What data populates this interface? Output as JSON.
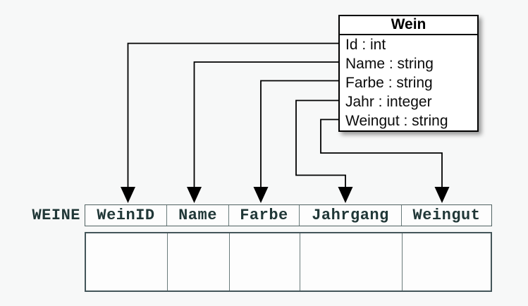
{
  "class_box": {
    "title": "Wein",
    "attributes": [
      "Id : int",
      "Name : string",
      "Farbe : string",
      "Jahr : integer",
      "Weingut : string"
    ]
  },
  "table": {
    "label": "WEINE",
    "columns": [
      "WeinID",
      "Name",
      "Farbe",
      "Jahrgang",
      "Weingut"
    ],
    "body_rows_empty": 1
  },
  "mappings": [
    {
      "from": "Id",
      "to": "WeinID"
    },
    {
      "from": "Name",
      "to": "Name"
    },
    {
      "from": "Farbe",
      "to": "Farbe"
    },
    {
      "from": "Jahr",
      "to": "Jahrgang"
    },
    {
      "from": "Weingut",
      "to": "Weingut"
    }
  ],
  "colors": {
    "background": "#f7f8f8",
    "class_box_bg": "#ffffff",
    "class_box_border": "#000000",
    "connector": "#000000",
    "table_border": "#506262",
    "table_text": "#203737",
    "cell_bg": "#fdfdfd"
  }
}
